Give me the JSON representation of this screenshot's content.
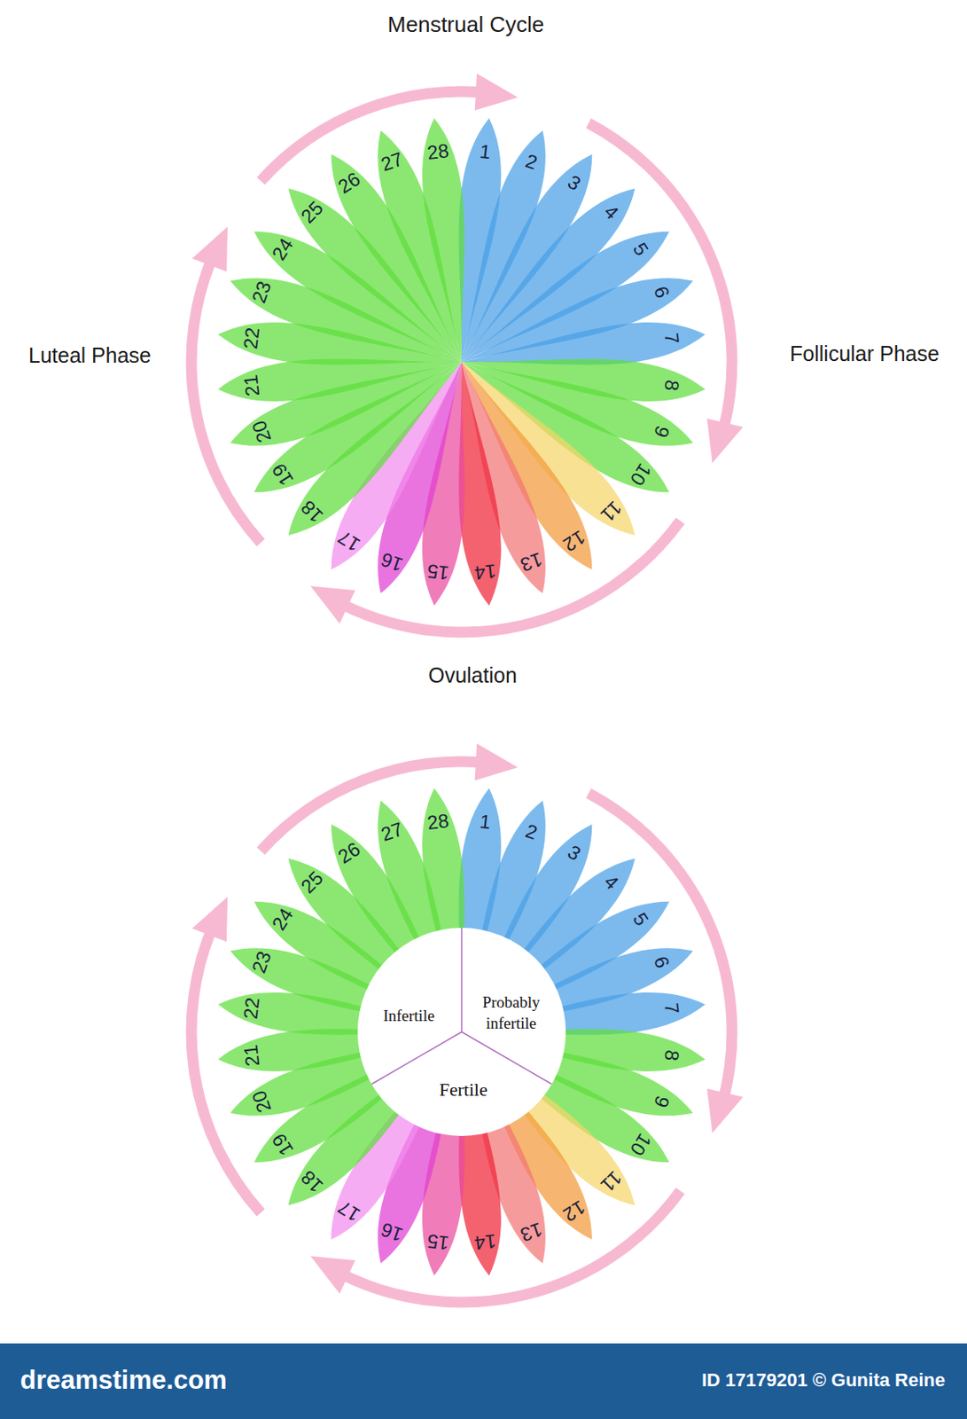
{
  "diagram": {
    "title": "Menstrual Cycle",
    "nodes": [
      {
        "text": [
          "Infertile"
        ]
      },
      {
        "text": [
          "Probably infertile"
        ]
      },
      {
        "text": [
          "Fertile"
        ]
      }
    ],
    "labels": [
      "Follicular Phase",
      "Luteal Phase",
      "Ovulation",
      "1",
      "2",
      "3",
      "4",
      "5",
      "6",
      "7",
      "8",
      "9",
      "10",
      "11",
      "12",
      "13",
      "14",
      "15",
      "16",
      "17",
      "18",
      "19",
      "20",
      "21",
      "22",
      "23",
      "24",
      "25",
      "26",
      "27",
      "28",
      "1",
      "2",
      "3",
      "4",
      "5",
      "6",
      "7",
      "8",
      "9",
      "10",
      "11",
      "12",
      "13",
      "14",
      "15",
      "16",
      "17",
      "18",
      "19",
      "20",
      "21",
      "22",
      "23",
      "24",
      "25",
      "26",
      "27",
      "28",
      "dreamstime.com",
      "ID 17179201 © Gunita Reine"
    ]
  }
}
